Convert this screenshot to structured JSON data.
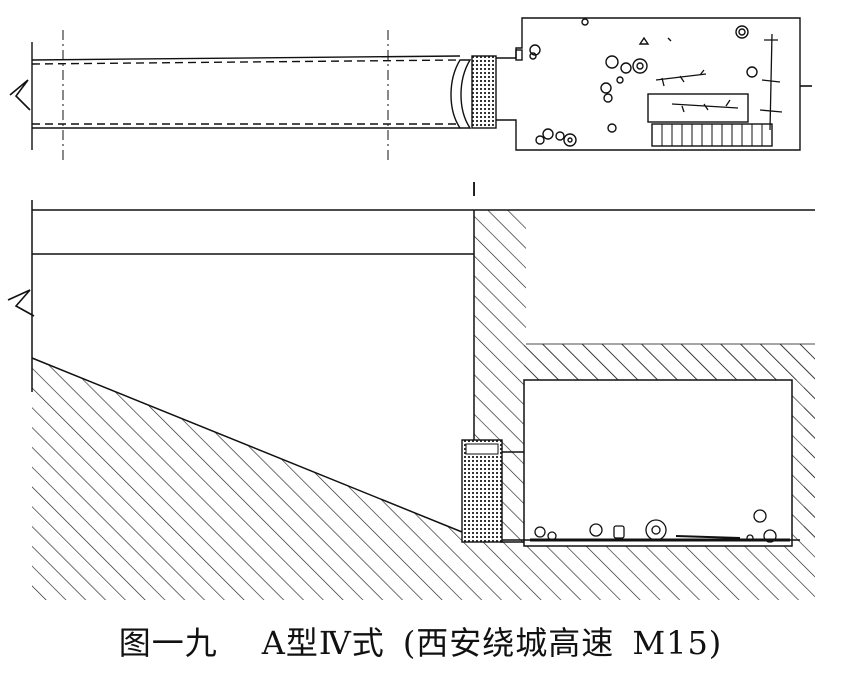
{
  "figure": {
    "section_mark": "I",
    "colors": {
      "line": "#111111",
      "hatch": "#222222",
      "paper": "#ffffff"
    }
  },
  "caption": {
    "figure_no": "图一九",
    "type_label": "A型Ⅳ式",
    "site": "(西安绕城高速",
    "tomb": "M15)"
  }
}
